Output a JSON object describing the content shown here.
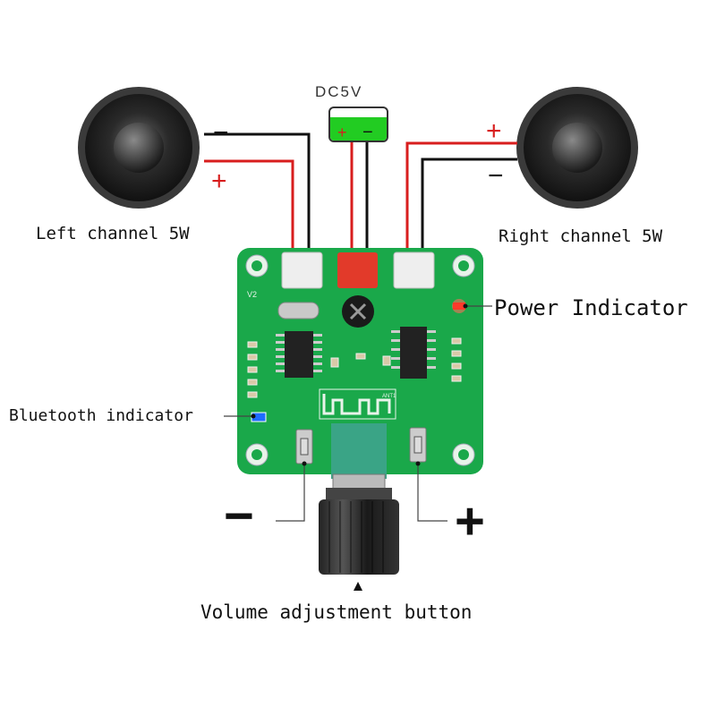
{
  "power": {
    "label": "DC5V",
    "plus": "+",
    "minus": "−"
  },
  "left_speaker": {
    "label": "Left channel 5W",
    "plus": "+",
    "minus": "−"
  },
  "right_speaker": {
    "label": "Right channel 5W",
    "plus": "+",
    "minus": "−"
  },
  "indicators": {
    "power": "Power Indicator",
    "bluetooth": "Bluetooth indicator"
  },
  "board": {
    "version": "V2",
    "antenna": "ANT1"
  },
  "volume": {
    "label": "Volume adjustment button",
    "minus": "−",
    "plus": "+"
  },
  "colors": {
    "board": "#1aa84a",
    "wire_red": "#d81e1e",
    "wire_black": "#111111",
    "power_led": "#ff3a2a",
    "bt_led": "#1e6cff"
  }
}
